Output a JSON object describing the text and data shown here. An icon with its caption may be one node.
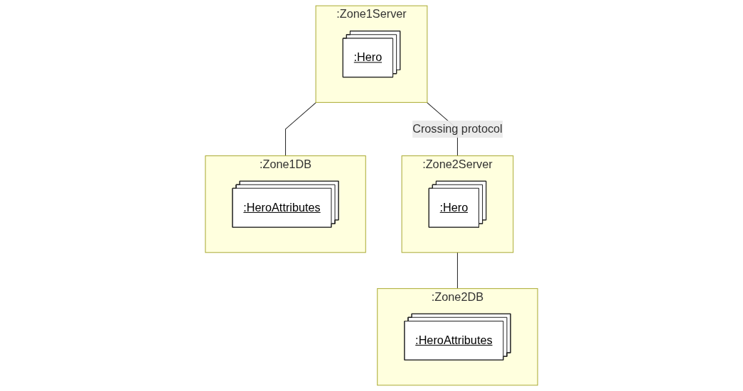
{
  "diagram": {
    "nodes": [
      {
        "text": [
          ":Zone1Server"
        ]
      },
      {
        "text": [
          ":Hero"
        ],
        "in": 0
      },
      {
        "text": [
          ":Zone2Server"
        ]
      },
      {
        "text": [
          ":Hero"
        ],
        "in": 2
      },
      {
        "text": [
          ":Zone1DB"
        ]
      },
      {
        "text": [
          ":HeroAttributes"
        ],
        "in": 4
      },
      {
        "text": [
          ":Zone2DB"
        ]
      },
      {
        "text": [
          ":HeroAttributes"
        ],
        "in": 6
      }
    ],
    "edges": [
      {
        "from": 0,
        "to": 2,
        "arrow": "none",
        "label": "Crossing protocol"
      },
      {
        "from": 0,
        "to": 4,
        "arrow": "none"
      },
      {
        "from": 2,
        "to": 6,
        "arrow": "none"
      }
    ]
  }
}
